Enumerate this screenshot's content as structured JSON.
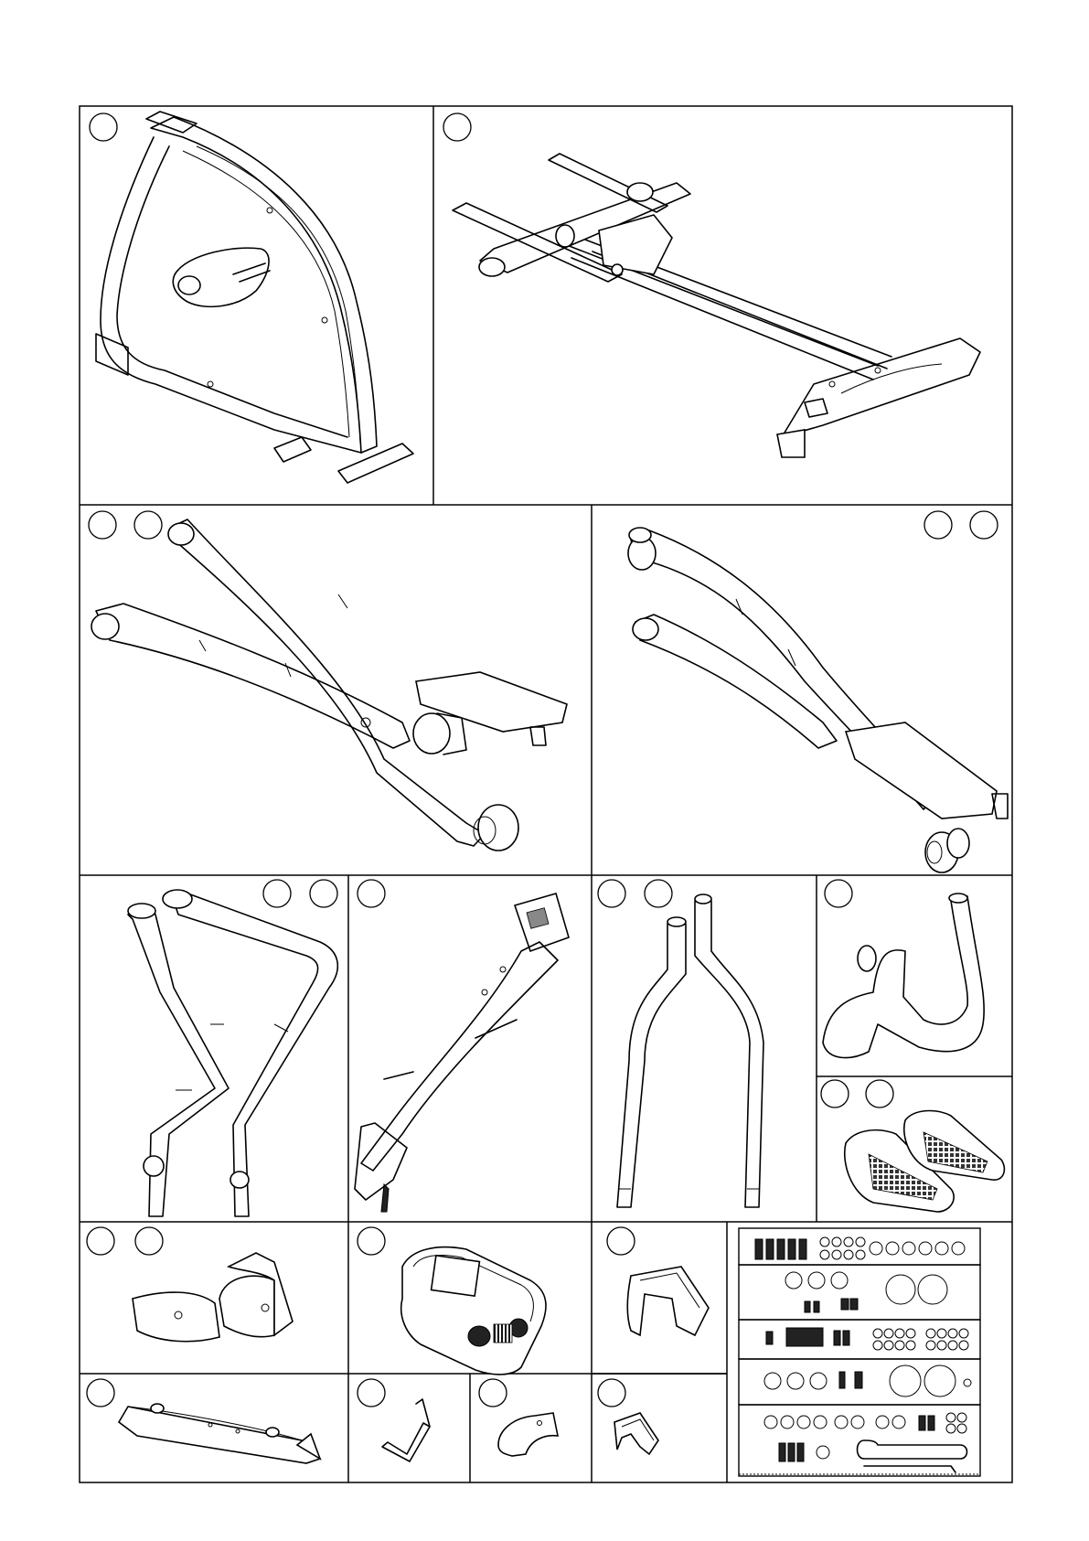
{
  "sheet": {
    "type": "exploded parts overview",
    "callout_marker": "circle-callout",
    "panels": [
      {
        "id": "p1",
        "part": "main-frame",
        "callouts": 1
      },
      {
        "id": "p2",
        "part": "base-rail-frame",
        "callouts": 1
      },
      {
        "id": "p3",
        "part": "left-pedal-arm",
        "callouts": 2
      },
      {
        "id": "p4",
        "part": "right-pedal-arm",
        "callouts": 2
      },
      {
        "id": "p5",
        "part": "upper-handlebars",
        "callouts": 2
      },
      {
        "id": "p6",
        "part": "console-mast",
        "callouts": 1
      },
      {
        "id": "p7",
        "part": "lower-handlebar-tubes",
        "callouts": 2
      },
      {
        "id": "p8",
        "part": "fixed-handlebar",
        "callouts": 1
      },
      {
        "id": "p9",
        "part": "foot-pedals",
        "callouts": 2
      },
      {
        "id": "p10",
        "part": "pivot-covers",
        "callouts": 2
      },
      {
        "id": "p11",
        "part": "console",
        "callouts": 1
      },
      {
        "id": "p12",
        "part": "mast-cover",
        "callouts": 1
      },
      {
        "id": "p13",
        "part": "rear-stabilizer",
        "callouts": 1
      },
      {
        "id": "p14",
        "part": "bracket-clip",
        "callouts": 1
      },
      {
        "id": "p15",
        "part": "tube-clip",
        "callouts": 1
      },
      {
        "id": "p16",
        "part": "small-cover",
        "callouts": 1
      },
      {
        "id": "p17",
        "part": "hardware-kit",
        "callouts": 0
      }
    ]
  }
}
